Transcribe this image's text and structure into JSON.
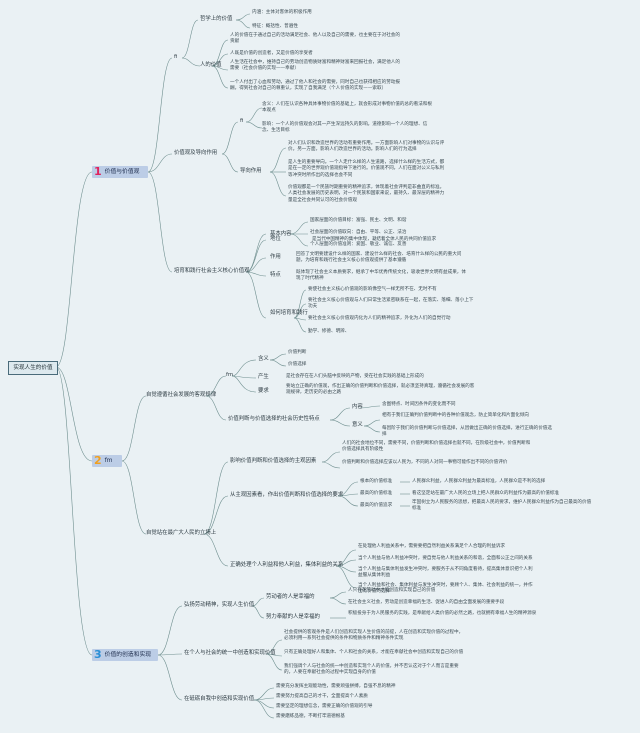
{
  "root": "实现人生的价值",
  "section1": {
    "number": "1",
    "title": "价值与价值观"
  },
  "section2": {
    "number": "2",
    "title": "fm"
  },
  "section3": {
    "number": "3",
    "title": "价值的创造和实现"
  },
  "s1": {
    "branch_a_label": "fi",
    "philosophy": "哲学上的价值",
    "phil_content": "内涵：主体对客体的积极作用",
    "phil_features": "特征：概括性、普遍性",
    "value_person": "人的价值",
    "vp_text1": "人的价值在于通过自己的活动满足社会、他人以及自己的需要，也主要在于对社会的贡献",
    "vp_text2": "人既是价值的创造者，又是价值的享受者",
    "vp_text3": "人生活在社会中，维持自己的劳动创造物质财富和精神财富来回报社会，满足他人的需要（社会价值的实现——奉献）",
    "vp_text4": "一个人付出了心血和劳动，通过了他人和社会的需要，同时自己也获得相应的劳动报酬，得到社会对自己的尊重认，实现了自我满足（个人价值的实现——索取）",
    "values_label": "价值观及导向作用",
    "values_sub": "fi",
    "values_meaning": "含义：人们在认识各种具体事物价值的基础上，就会形成对事物价值的总的看法和根本观点",
    "values_influence": "影响：一个人的价值观会对其一产生深远持久的影响。道德影响一个人的理想、信念、生活目标",
    "guide_label": "导向作用",
    "guide1": "对人们认识和改造世界的活动有重要作用。一方面影响人们对事物的认识与评价。另一方面，影响人们改造世界的活动。影响人们的行为选择",
    "guide2": "是人生的重要导向。一个人走什么样的人生道路，选择什么样的生活方式，都是在一定的世界观价值观指导下进行的。价值观不同，人们在面对公义与私利等冲突时所作出的选择也会不同",
    "guide3": "价值观都是一个民族时期重要的精神追求，体现着社会评判是非曲直的标准。人类社会发展的历史表明，对一个民族和国家来说，最持久、最深层的精神力量是全社会共同认可的社会价值观",
    "core_label": "培育和践行社会主义核心价值观",
    "status_label": "地位",
    "status_text": "是当代中国精神的集中体现，凝结着全体人民的共同价值追求",
    "content_label": "基本内容",
    "content1": "国家层面的价值目标：富强、民主、文明、和谐",
    "content2": "社会层面的价值取向：自由、平等、公正、法治",
    "content3": "个人层面的价值准则：爱国、敬业、诚信、友善",
    "role_label": "作用",
    "role_text": "回答了文明要建设什么样的国家、建设什么样的社会、培育什么样的公民的重大问题，为培育和践行社会主义核心价值观提供了基本遵循",
    "feature_label": "特点",
    "feature_text": "既体现了社会主义本质要求，继承了中华优秀传统文化，吸收世界文明有益成果，体现了时代精神",
    "practice_label": "如何培育和践行",
    "practice1": "要使社会主义核心价值观的影响像空气一样无所不在、无时不有",
    "practice2": "要社会主义核心价值观与人们日常生活紧密联系在一起，在落实、落细、落小上下功夫",
    "practice3": "要社会主义核心价值观内化为人们的精神追求，外化为人们的自觉行动",
    "practice4": "勤学、修德、明辨、"
  },
  "s2": {
    "social_judge": "价值判断与价值选择的社会历史性特点",
    "fm_label": "fm",
    "meaning_label": "含义",
    "meaning1": "价值判断",
    "meaning2": "价值选择",
    "produce_label": "产生",
    "produce_text": "是社会存在在人们头脑中反映的产物，受在社会实践的基础上形成的",
    "require_label": "要求",
    "require_text": "要站立正确的价值观，作出正确的价值判断和价值选择，就必须坚持真理，遵循社会发展的客观规律，走历史的必由之路",
    "history_label": "自觉遵循社会发展的客观规律",
    "feature_label": "内容",
    "feat1": "含图特点、时间因条件的变化而不同",
    "feat2": "相有于我们正确判价值判断中的各种价值观念，防止简单化和片面化倾向",
    "feat3": "每因阶于我们的价值判断与价值选择，从因做出正确的价值选择，进行正确的价值选择",
    "feat_meaning": "意义",
    "stand_label": "自觉站在最广大人民的立场上",
    "effect_label": "影响价值判断和价值选择的主观因素",
    "effect1": "人们的社会地位不同，需要不同，价值判断和价值选择也就不同，在阶级社会中，价值判断和价值选择具有阶级性",
    "effect2": "价值判断和价值选择应该以人民为，不同的人对同一事物可能作出不同的价值评价",
    "interest_label": "从主观因素看，作出价值判断和价值选择的要求",
    "interest1": "根本的价值标准",
    "interest1_t": "人民群众利益，人民群众利益为最高标准，人民群众是不利的选择",
    "interest2": "最高的价值标准",
    "interest2_t": "看这坚定站在最广大人民的立场上把人民群众的利益作为最高的价值标准",
    "interest3": "最高的价值追求",
    "interest3_t": "牢固树立为人民服务的思想，把最高人民的要求，维护人民群众利益作为自己最高的价值标准",
    "handle_label": "正确处理个人利益和他人利益，集体利益的关系",
    "handle1": "在处理他人利益关系中，需要要把自然利益关系满足个人合理的利益诉求",
    "handle2": "当个人利益与他人利益冲突时，要自觉与他人利益关系的和谐，全面和公正之间的关系",
    "handle3": "当个人利益与集体利益发生冲突时，要服务于从不同角度看待，提高集体意识把个人利益服从集体利益",
    "handle4": "当个人利益和社会、集体利益与发生冲突时，要顾个人、集体、社会利益的统一，并作出有价值的选择"
  },
  "s3": {
    "labor_label": "弘扬劳动精神，实现人生价值",
    "labor1_label": "劳动者的人是幸福的",
    "labor1_text": "人只有在劳动中才能创造和实现自己的价值",
    "labor1_text2": "在社会主义社会，劳动是创造幸福的生活、促进人的自由全面发展的重要手段",
    "labor2_label": "努力奉献的人是幸福的",
    "labor2_text": "积极投身于为人民服务的实践，是奉献给人类价值的必然之路，也就拥有幸福人生的精神源泉",
    "society_label": "在个人与社会的统一中创造和实现价值",
    "society1": "社会提供的客观条件是人们创造和实现人生价值的前提，人在创造和实现价值的过程中，必须利用一系列社会提供的条件和物质条件和精神条件实现",
    "society2": "只有正确处理好人和集体、个人和社会的关系，才能在奉献社会中创造和实现自己的价值",
    "society3": "我们强调个人与社会的统一中创造和实现个人的价值，并不否认这对于个人而言是重要的，人要在奉献社会的过程中实现自身的价值",
    "struggle_label": "在砥砺自我中创造和实现价值",
    "struggle1": "需要充分发挥主观能动性，需要顽强拼搏，自强不息的精神",
    "struggle2": "需要努力提高自己的才干，全面提高个人素质",
    "struggle3": "需要坚定的理想信念，需要正确的价值观的引导",
    "struggle4": "需要磨练品德，不断打牢道德根基"
  },
  "colors": {
    "background": "#eaf1f4",
    "line": "#6f8f8f",
    "section_fill": "#bccde6",
    "num1": "#e0245e",
    "num2": "#f0a020",
    "num3": "#2a8fd6"
  }
}
